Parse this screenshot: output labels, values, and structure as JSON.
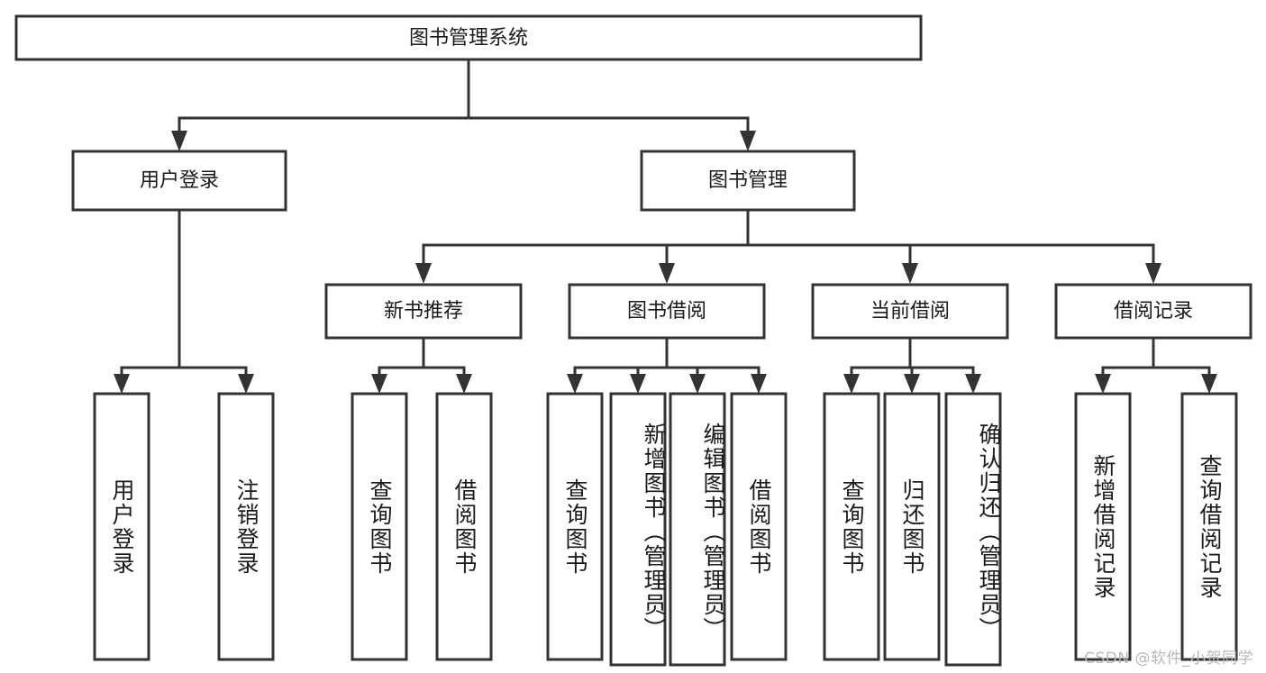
{
  "diagram": {
    "type": "tree-hierarchy",
    "title": "图书管理系统",
    "background_color": "#ffffff",
    "line_color": "#333333",
    "box_fill": "#ffffff",
    "text_color": "#1a1a1a",
    "root": {
      "label": "图书管理系统"
    },
    "level2": [
      {
        "label": "用户登录"
      },
      {
        "label": "图书管理"
      }
    ],
    "level3": [
      {
        "label": "新书推荐"
      },
      {
        "label": "图书借阅"
      },
      {
        "label": "当前借阅"
      },
      {
        "label": "借阅记录"
      }
    ],
    "leaves": {
      "user_login": [
        {
          "label": "用户登录"
        },
        {
          "label": "注销登录"
        }
      ],
      "new_book_recommend": [
        {
          "label": "查询图书"
        },
        {
          "label": "借阅图书"
        }
      ],
      "book_borrow": [
        {
          "label": "查询图书"
        },
        {
          "label": "新增图书（管理员）"
        },
        {
          "label": "编辑图书（管理员）"
        },
        {
          "label": "借阅图书"
        }
      ],
      "current_borrow": [
        {
          "label": "查询图书"
        },
        {
          "label": "归还图书"
        },
        {
          "label": "确认归还（管理员）"
        }
      ],
      "borrow_records": [
        {
          "label": "新增借阅记录"
        },
        {
          "label": "查询借阅记录"
        }
      ]
    }
  },
  "watermark": {
    "text": "CSDN @软件_小贺同学"
  }
}
